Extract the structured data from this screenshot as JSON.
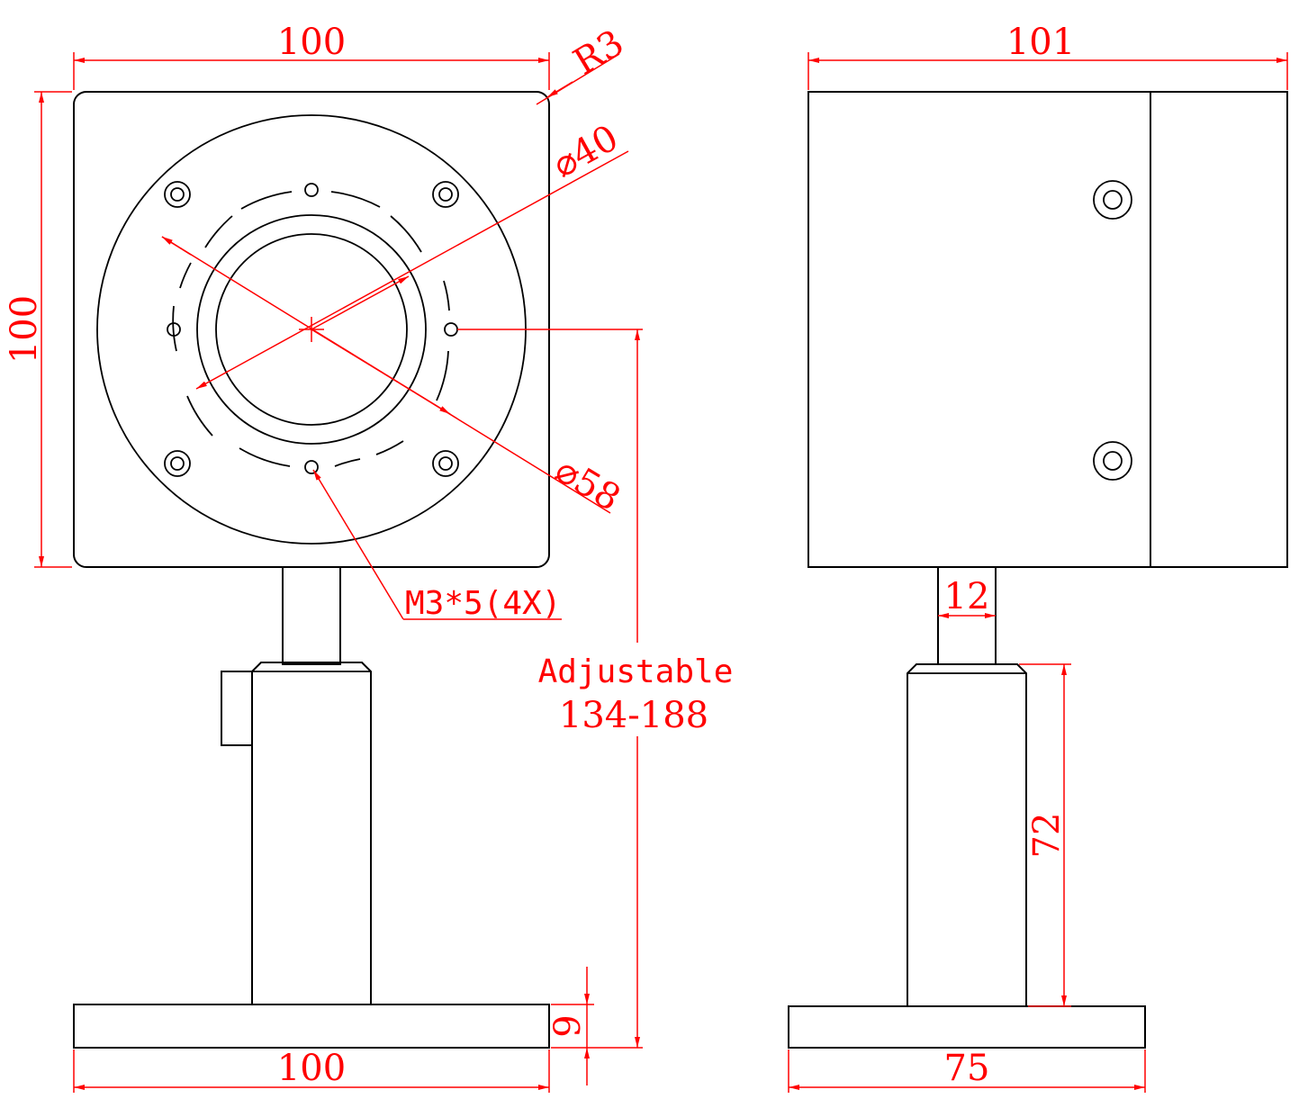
{
  "front_view": {
    "width_top": "100",
    "corner_radius": "R3",
    "height": "100",
    "inner_diameter": "⌀40",
    "outer_diameter": "⌀58",
    "thread_note": "M3*5(4X)",
    "adjustable_label": "Adjustable",
    "adjustable_range": "134-188",
    "base_thickness": "9",
    "base_width": "100"
  },
  "side_view": {
    "width_top": "101",
    "post_diameter": "12",
    "post_height": "72",
    "base_width": "75"
  },
  "colors": {
    "dimension": "#ff0000",
    "outline": "#000000"
  }
}
